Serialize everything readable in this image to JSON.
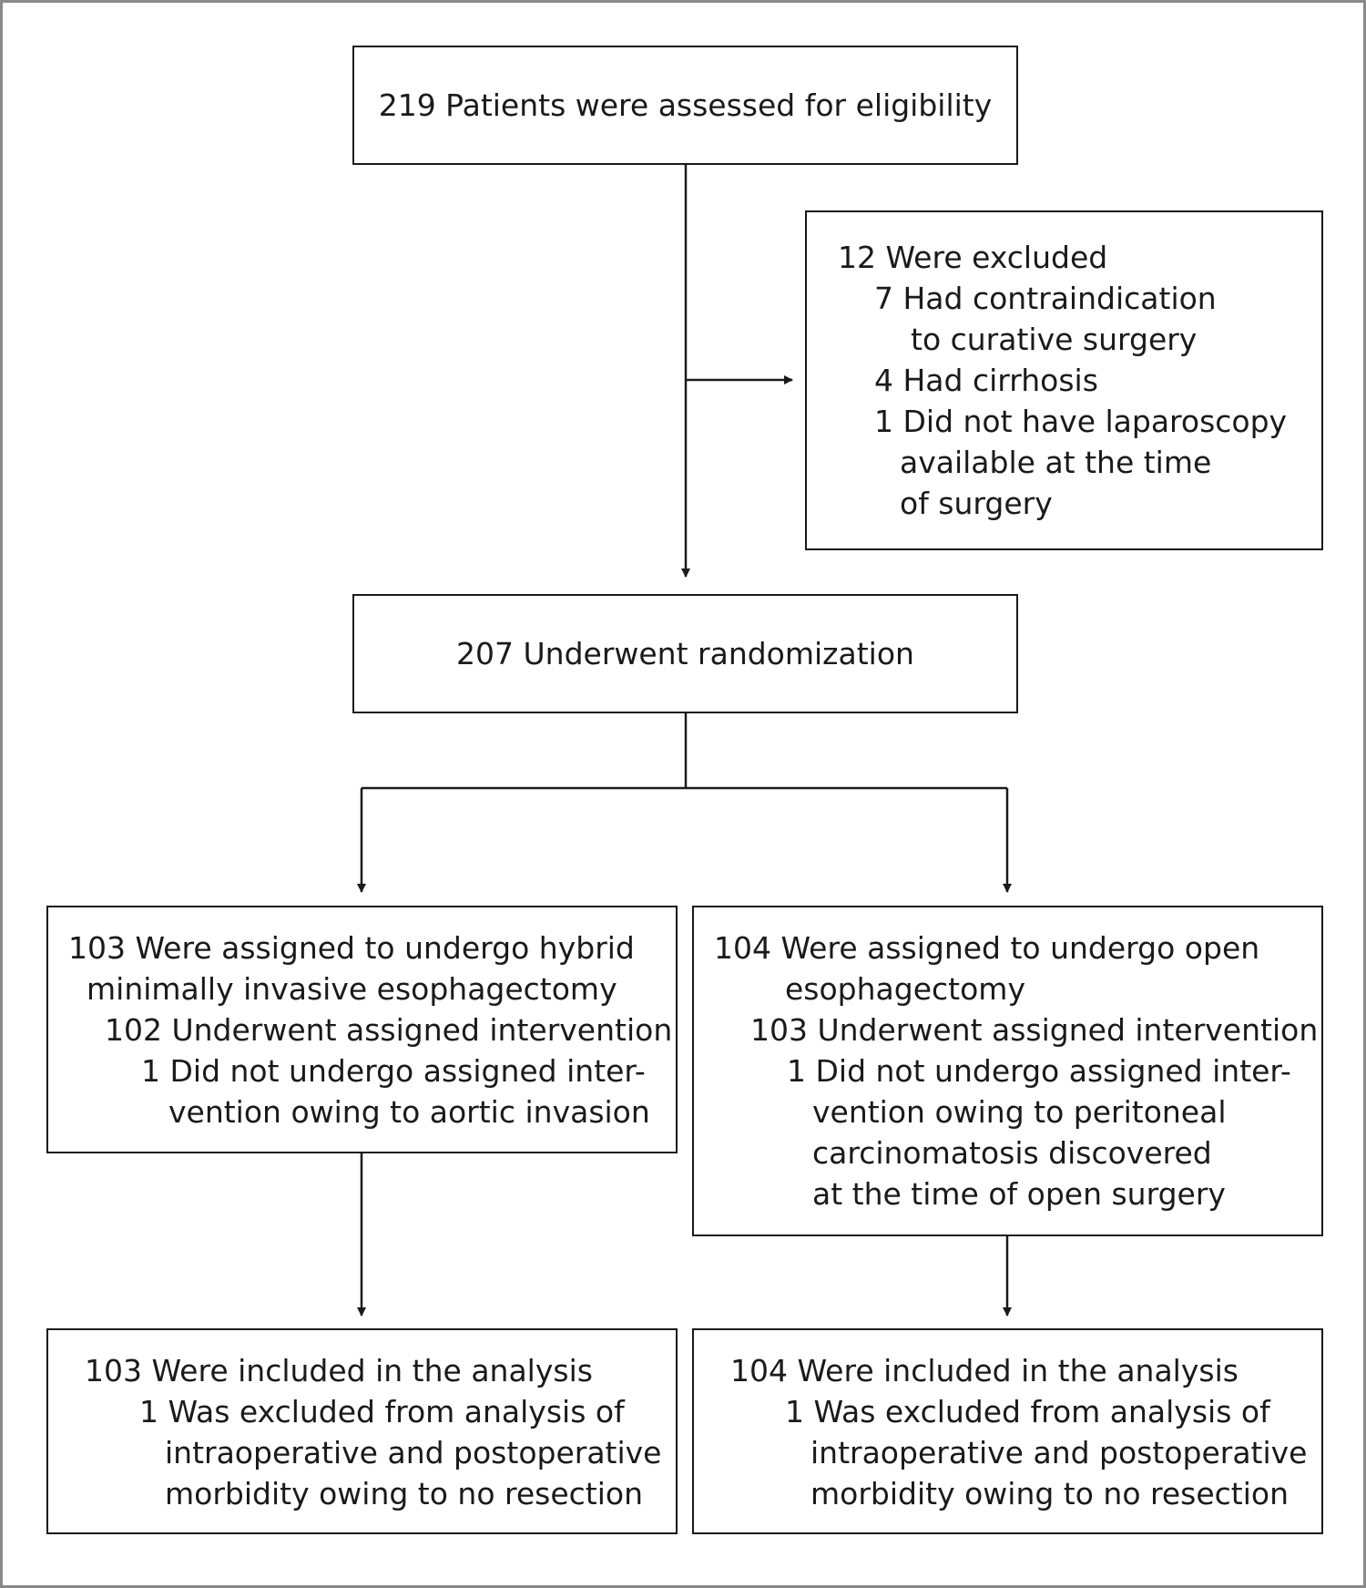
{
  "boxes": {
    "assessed": {
      "text": "219 Patients were assessed for eligibility"
    },
    "excluded": {
      "heading": "12 Were excluded",
      "reasons": [
        "7 Had contraindication",
        "to curative surgery",
        "4 Had cirrhosis",
        "1 Did not have laparoscopy",
        "available at the time",
        "of surgery"
      ]
    },
    "randomized": {
      "text": "207 Underwent randomization"
    },
    "hybrid_assigned": {
      "lines": [
        "103 Were assigned to undergo hybrid",
        "minimally invasive esophagectomy",
        "102 Underwent assigned intervention",
        "1 Did not undergo assigned inter-",
        "vention owing to aortic invasion"
      ]
    },
    "open_assigned": {
      "lines": [
        "104 Were assigned to undergo open",
        "esophagectomy",
        "103 Underwent assigned intervention",
        "1 Did not undergo assigned inter-",
        "vention owing to peritoneal",
        "carcinomatosis discovered",
        "at the time of open surgery"
      ]
    },
    "hybrid_analysis": {
      "lines": [
        "103 Were included in the analysis",
        "1 Was excluded from analysis of",
        "intraoperative and postoperative",
        "morbidity owing to no resection"
      ]
    },
    "open_analysis": {
      "lines": [
        "104 Were included in the analysis",
        "1 Was excluded from analysis of",
        "intraoperative and postoperative",
        "morbidity owing to no resection"
      ]
    }
  },
  "colors": {
    "line": "#1a1a1a",
    "frame": "#8a8a8a",
    "background": "#ffffff"
  }
}
